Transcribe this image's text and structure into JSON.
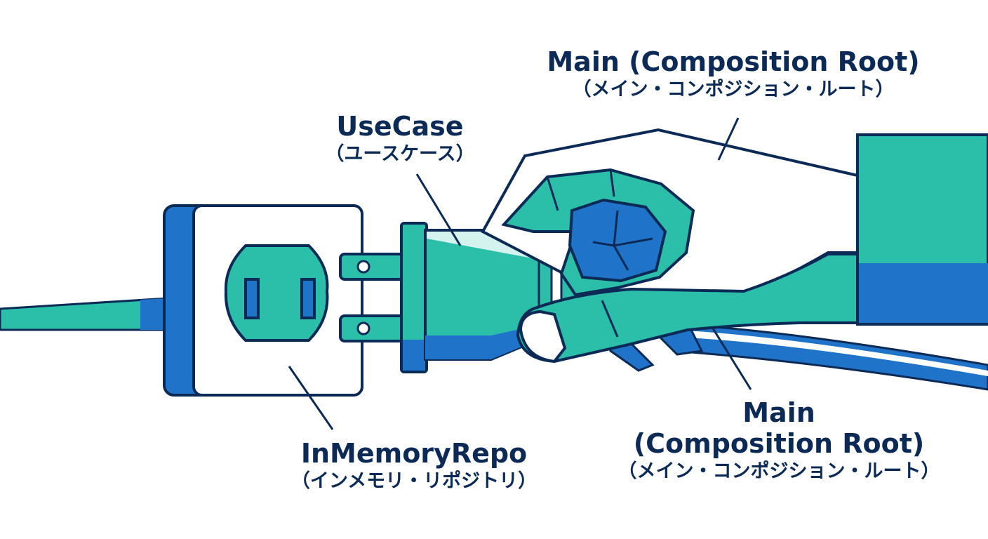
{
  "labels": {
    "main_top": {
      "title": "Main (Composition Root)",
      "subtitle": "（メイン・コンポジション・ルート）"
    },
    "usecase": {
      "title": "UseCase",
      "subtitle": "（ユースケース）"
    },
    "repo": {
      "title": "InMemoryRepo",
      "subtitle": "（インメモリ・リポジトリ）"
    },
    "main_bottom": {
      "title_line1": "Main",
      "title_line2": "(Composition Root)",
      "subtitle": "（メイン・コンポジション・ルート）"
    }
  },
  "colors": {
    "outline": "#0b2a55",
    "teal": "#2bbfaa",
    "blue": "#1f74c9",
    "white": "#ffffff"
  },
  "icons": [
    "wall-outlet-icon",
    "plug-icon",
    "hand-icon",
    "cable-icon"
  ]
}
